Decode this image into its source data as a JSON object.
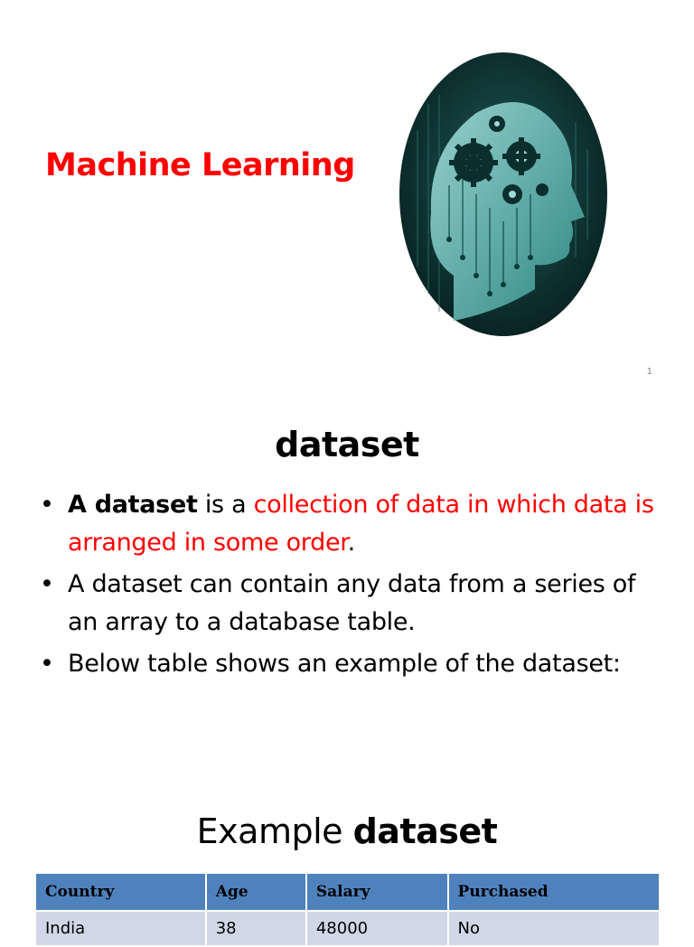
{
  "slide1": {
    "title": "Machine Learning",
    "slide_number": "1"
  },
  "slide2": {
    "title": "dataset",
    "bullets": {
      "b1_bold": "A dataset",
      "b1_mid": " is a ",
      "b1_red": "collection of data in which data is arranged in some order",
      "b1_end": ".",
      "b2": "A dataset can contain any data from a series of an array to a database table.",
      "b3": "Below table shows an example of the dataset:"
    }
  },
  "slide3": {
    "title_plain": "Example ",
    "title_bold": "dataset",
    "table": {
      "headers": [
        "Country",
        "Age",
        "Salary",
        "Purchased"
      ],
      "rows": [
        [
          "India",
          "38",
          "48000",
          "No"
        ]
      ]
    }
  },
  "colors": {
    "accent_red": "#ff0000",
    "table_header": "#4f81bd",
    "table_row": "#d0d8e8",
    "image_background": "#0d3b3a"
  }
}
